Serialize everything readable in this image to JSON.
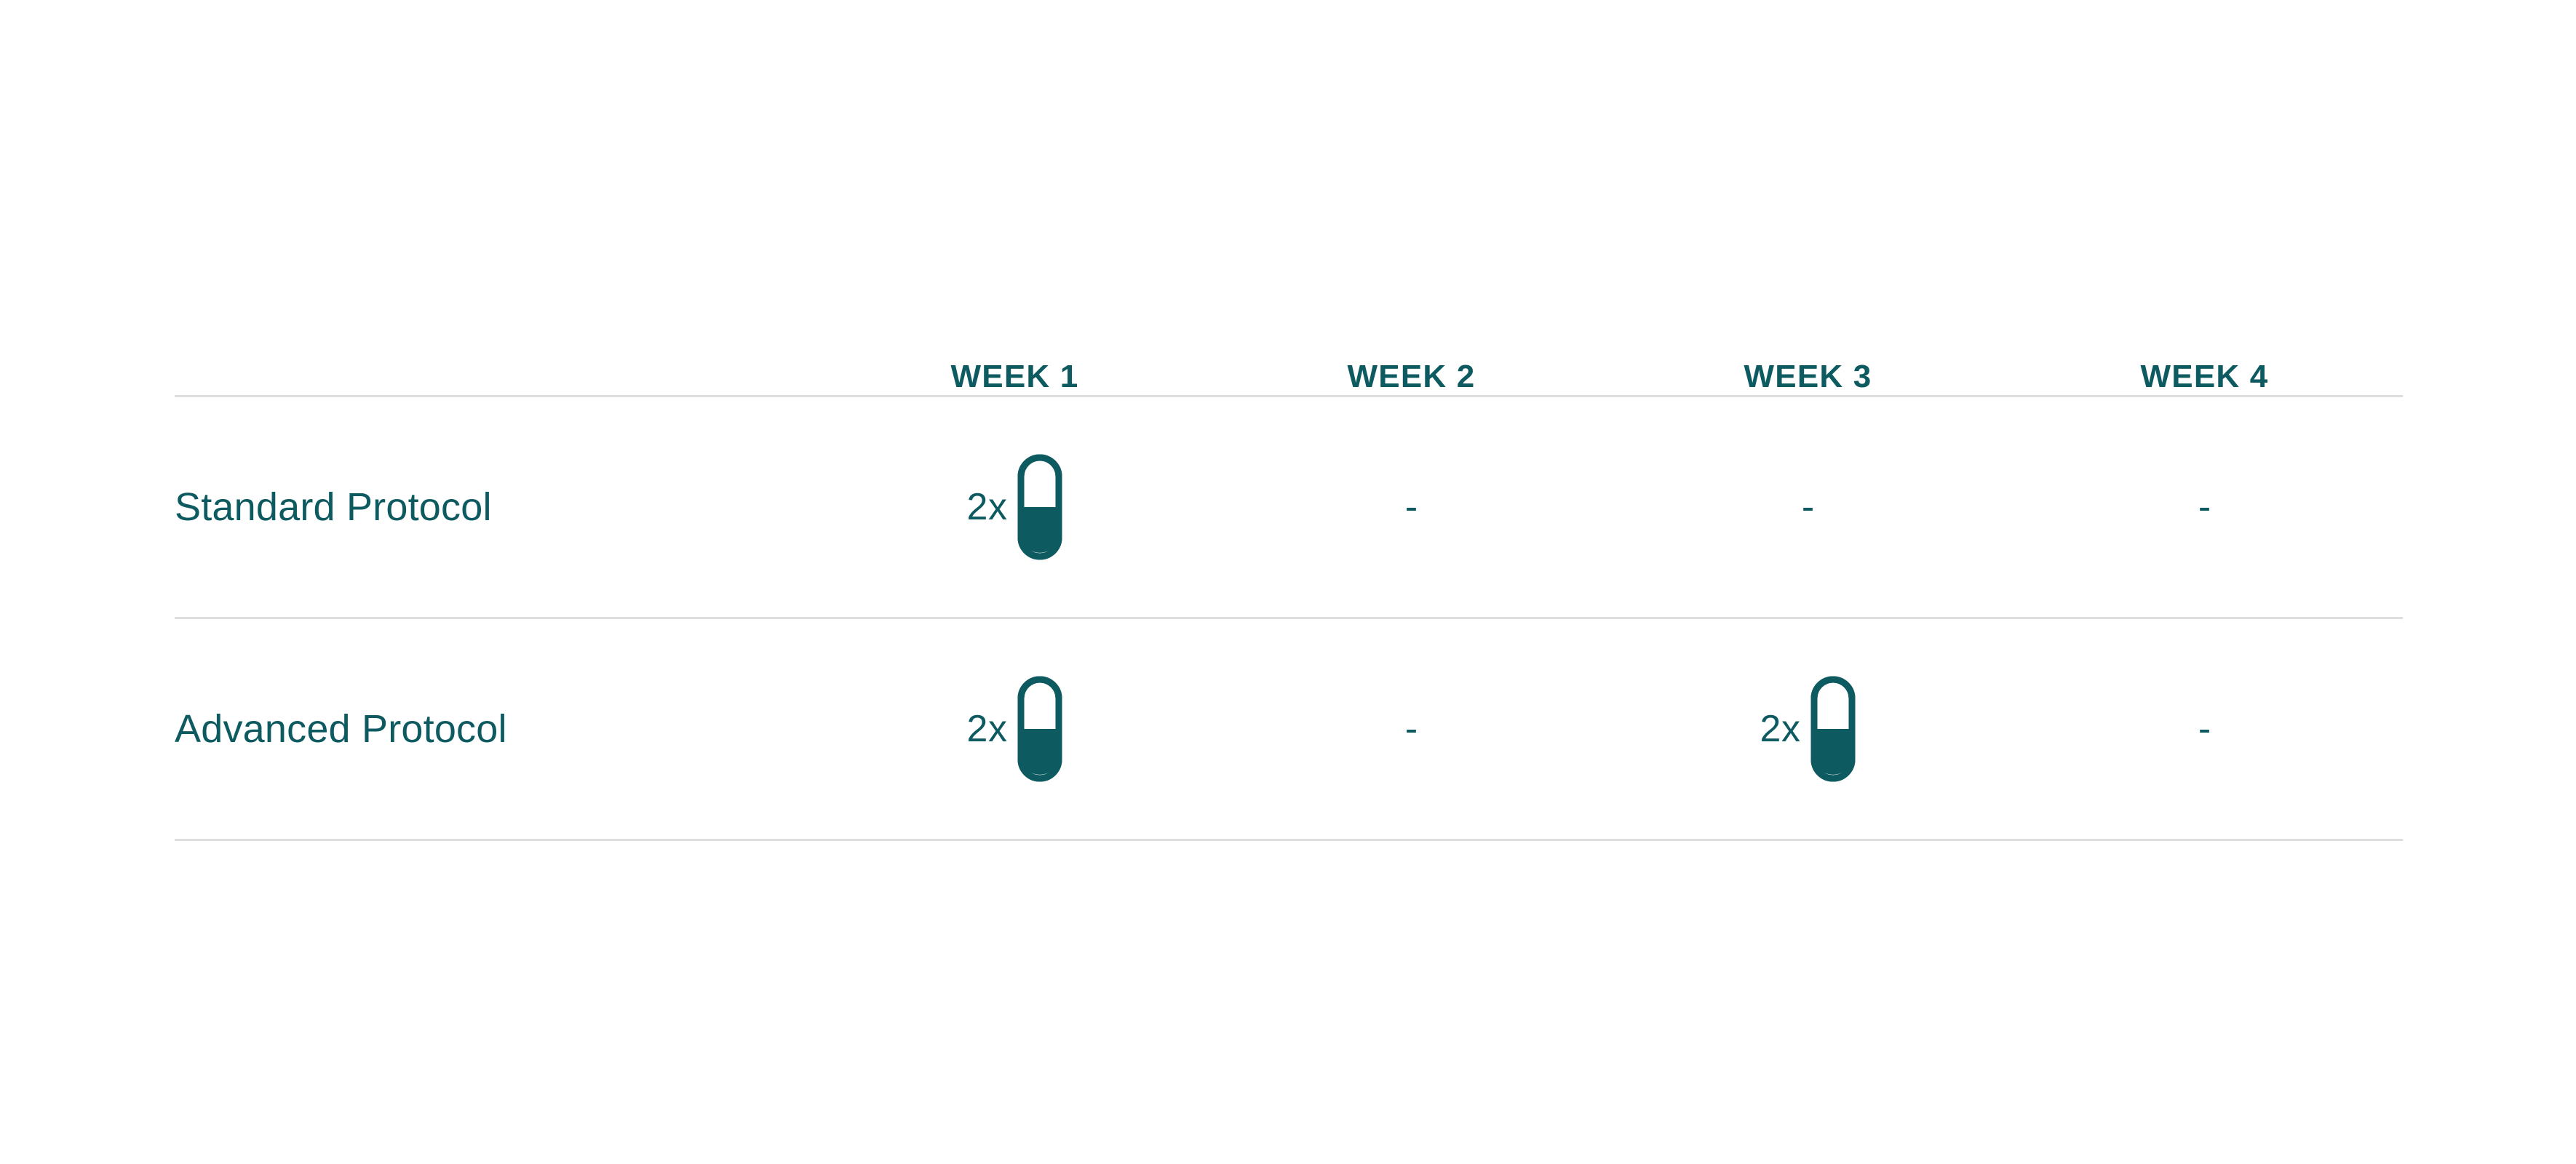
{
  "table": {
    "label_column_header": "",
    "column_headers": [
      "WEEK 1",
      "WEEK 2",
      "WEEK 3",
      "WEEK 4"
    ],
    "rows": [
      {
        "label": "Standard Protocol",
        "cells": [
          {
            "type": "dose",
            "count": "2x",
            "icon": "pill-capsule-icon"
          },
          {
            "type": "none",
            "text": "-"
          },
          {
            "type": "none",
            "text": "-"
          },
          {
            "type": "none",
            "text": "-"
          }
        ]
      },
      {
        "label": "Advanced Protocol",
        "cells": [
          {
            "type": "dose",
            "count": "2x",
            "icon": "pill-capsule-icon"
          },
          {
            "type": "none",
            "text": "-"
          },
          {
            "type": "dose",
            "count": "2x",
            "icon": "pill-capsule-icon"
          },
          {
            "type": "none",
            "text": "-"
          }
        ]
      }
    ]
  },
  "colors": {
    "accent_teal": "#0D5A60",
    "divider_gray": "#DEDEDE",
    "background": "#FFFFFF",
    "pill_top_fill": "#FFFFFF",
    "pill_bottom_fill": "#0D5A60"
  }
}
